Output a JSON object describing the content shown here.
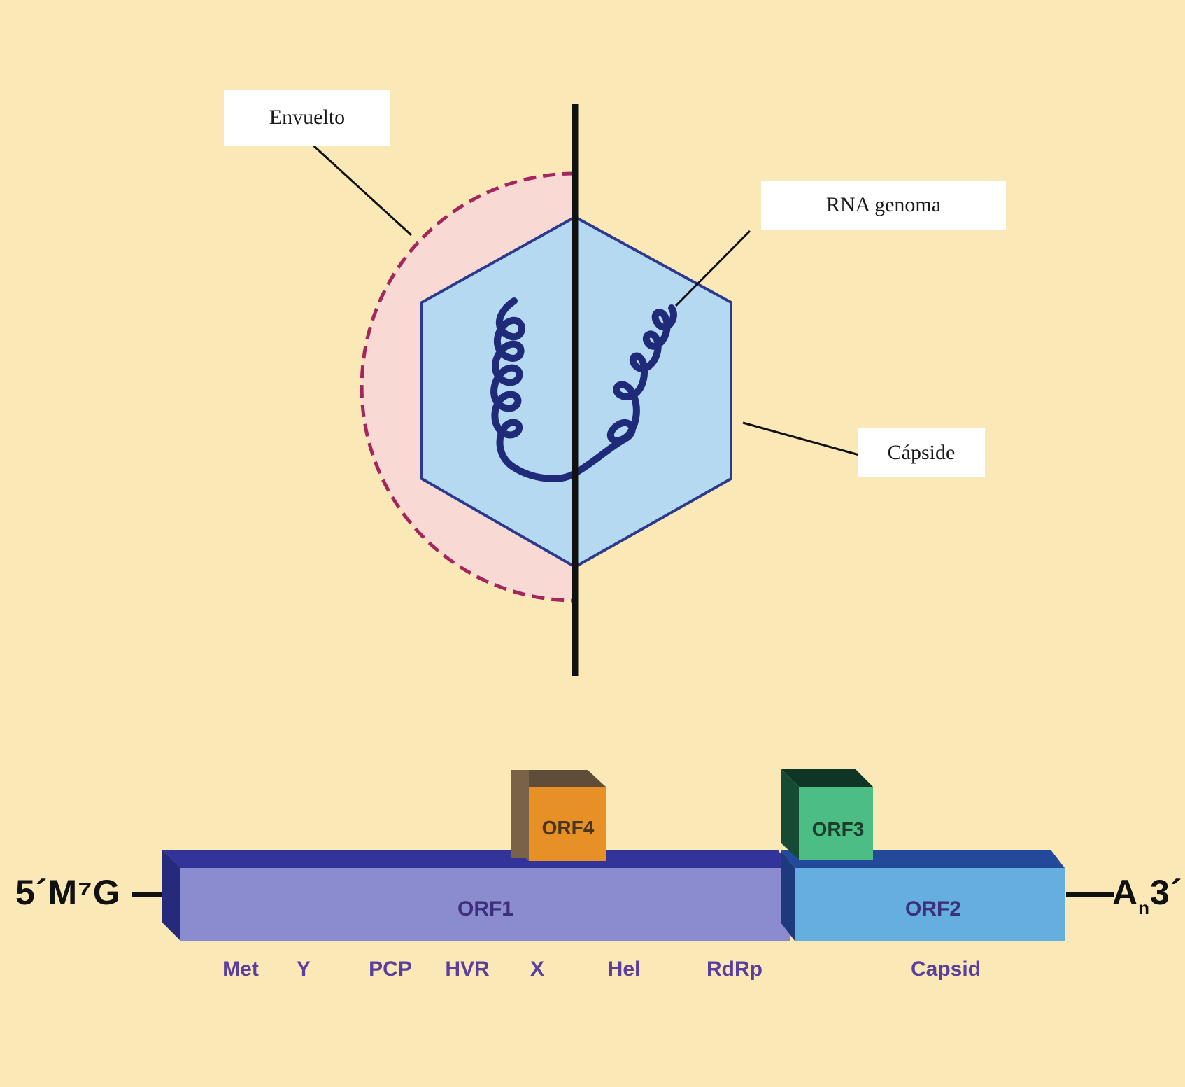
{
  "virion": {
    "labels": {
      "envelope": "Envuelto",
      "rna": "RNA genoma",
      "capsid": "Cápside"
    },
    "colors": {
      "background": "#fbe8b7",
      "envelope_fill": "#f9d9d3",
      "envelope_stroke": "#a3265c",
      "capsid_fill": "#b4d9f1",
      "capsid_stroke": "#2b3a8c",
      "rna": "#1f2a78"
    }
  },
  "genome": {
    "five_prime": "5´M⁷G",
    "three_prime_A": "A",
    "three_prime_n": "n",
    "three_prime_3": "3´",
    "orfs": {
      "orf1": "ORF1",
      "orf2": "ORF2",
      "orf3": "ORF3",
      "orf4": "ORF4"
    },
    "domains": [
      "Met",
      "Y",
      "PCP",
      "HVR",
      "X",
      "Hel",
      "RdRp"
    ],
    "orf2_domain": "Capsid",
    "colors": {
      "orf1_face": "#8a8ccf",
      "orf1_top": "#33349a",
      "orf2_face": "#64aee0",
      "orf2_top": "#234a9a",
      "orf3_face": "#4dbd86",
      "orf3_dark": "#174a33",
      "orf4_face": "#e69025",
      "orf4_dark": "#7a6248",
      "label_purple": "#5b3f9c",
      "label_text": "#3d2f7a"
    }
  }
}
